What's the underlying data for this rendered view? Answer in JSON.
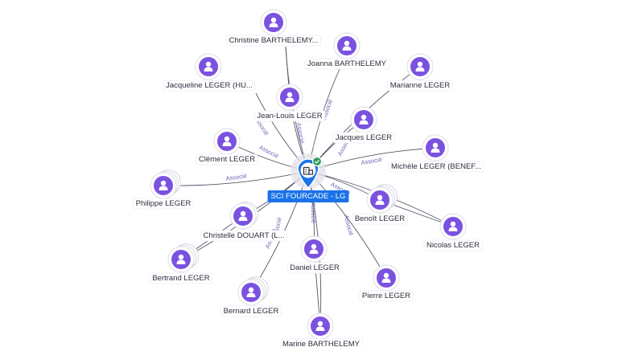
{
  "company": {
    "name": "SCI FOURCADE - LG",
    "verified_badge": "check-icon",
    "icon": "building-icon"
  },
  "edge_label": "Associé",
  "people": [
    {
      "id": "christine",
      "name": "Christine BARTHELEMY..."
    },
    {
      "id": "joanna",
      "name": "Joanna BARTHELEMY"
    },
    {
      "id": "marianne",
      "name": "Marianne LEGER"
    },
    {
      "id": "jacqueline",
      "name": "Jacqueline LEGER (HU..."
    },
    {
      "id": "jeanlouis",
      "name": "Jean-Louis LEGER"
    },
    {
      "id": "jacques",
      "name": "Jacques LEGER"
    },
    {
      "id": "clement",
      "name": "Clément LEGER"
    },
    {
      "id": "michele",
      "name": "Michèle LEGER (BENEF..."
    },
    {
      "id": "philippe",
      "name": "Philippe LEGER"
    },
    {
      "id": "benoit",
      "name": "Benoît LEGER"
    },
    {
      "id": "christelle",
      "name": "Christelle DOUART (L..."
    },
    {
      "id": "nicolas",
      "name": "Nicolas LEGER"
    },
    {
      "id": "bertrand",
      "name": "Bertrand LEGER"
    },
    {
      "id": "daniel",
      "name": "Daniel LEGER"
    },
    {
      "id": "pierre",
      "name": "Pierre LEGER"
    },
    {
      "id": "bernard",
      "name": "Bernard LEGER"
    },
    {
      "id": "marine",
      "name": "Marine BARTHELEMY"
    }
  ],
  "colors": {
    "node": "#7b52e0",
    "company": "#1a73e8",
    "company_label_bg": "#1a73e8",
    "badge": "#2e9c5a",
    "edge": "#55556b",
    "edge_label": "#6a6ab8"
  }
}
